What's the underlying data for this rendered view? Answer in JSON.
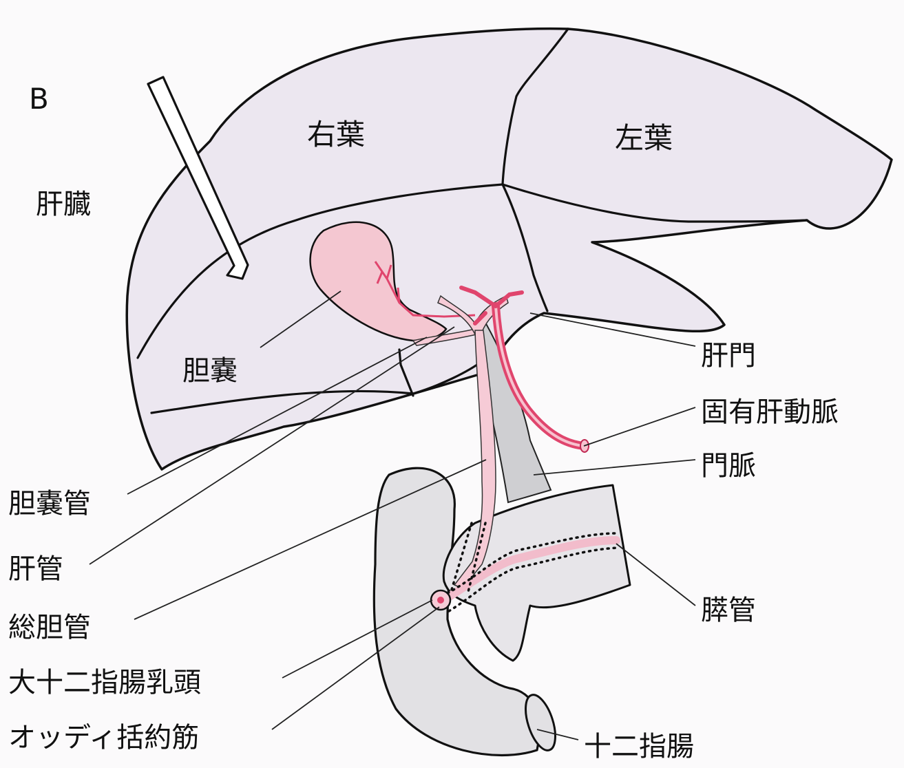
{
  "panel_letter": "B",
  "labels": {
    "liver": "肝臓",
    "right_lobe": "右葉",
    "left_lobe": "左葉",
    "gallbladder": "胆嚢",
    "porta_hepatis": "肝門",
    "proper_hepatic_artery": "固有肝動脈",
    "portal_vein": "門脈",
    "cystic_duct": "胆嚢管",
    "hepatic_duct": "肝管",
    "common_bile_duct": "総胆管",
    "pancreatic_duct": "膵管",
    "major_duodenal_papilla": "大十二指腸乳頭",
    "sphincter_of_oddi": "オッディ括約筋",
    "duodenum": "十二指腸"
  },
  "colors": {
    "liver_fill": "#ece7f0",
    "duct_pink": "#f6cbd6",
    "artery_red": "#e0456d",
    "portal_vein_gray": "#cfcfd2",
    "duodenum_gray": "#e2e1e4",
    "outline": "#111111"
  }
}
